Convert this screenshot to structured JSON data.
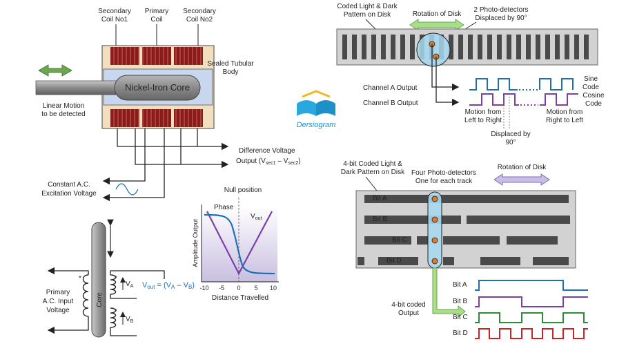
{
  "lvdt": {
    "coil_secondary_1": [
      "Secondary",
      "Coil No1"
    ],
    "coil_primary": [
      "Primary",
      "Coil"
    ],
    "coil_secondary_2": [
      "Secondary",
      "Coil No2"
    ],
    "body_label": [
      "Sealed Tubular",
      "Body"
    ],
    "core_label": "Nickel-Iron Core",
    "motion_label": [
      "Linear Motion",
      "to be detected"
    ],
    "diff_voltage": [
      "Difference Voltage",
      "Output (V",
      "sec1",
      " – V",
      "sec2",
      ")"
    ],
    "excitation": [
      "Constant A.C.",
      "Excitation Voltage"
    ]
  },
  "output_plot": {
    "null_position": "Null position",
    "phase": "Phase",
    "vout": "V",
    "vout_sub": "out",
    "ylabel": "Amplitude Output",
    "xlabel": "Distance Travelled",
    "xticks": [
      "-10",
      "-5",
      "0",
      "5",
      "10"
    ]
  },
  "schematic": {
    "primary_input": [
      "Primary",
      "A.C. Input",
      "Voltage"
    ],
    "core": "Core",
    "va": "V",
    "va_sub": "A",
    "vb": "V",
    "vb_sub": "B",
    "star": "*",
    "vout_eq_prefix": "V",
    "vout_eq_sub": "out",
    "vout_eq_mid": " = (V",
    "vout_eq_a": "A",
    "vout_eq_dash": " – V",
    "vout_eq_b": "B",
    "vout_eq_end": ")"
  },
  "incremental": {
    "coded_pattern": [
      "Coded Light & Dark",
      "Pattern on Disk"
    ],
    "rotation": "Rotation of Disk",
    "detectors": [
      "2 Photo-detectors",
      "Displaced by 90°"
    ],
    "channel_a": "Channel A Output",
    "channel_b": "Channel B Output",
    "sine": [
      "Sine",
      "Code"
    ],
    "cosine": [
      "Cosine",
      "Code"
    ],
    "left_to_right": [
      "Motion from",
      "Left to Right"
    ],
    "right_to_left": [
      "Motion from",
      "Right to Left"
    ],
    "displaced": [
      "Displaced by",
      "90°"
    ]
  },
  "logo": {
    "text": "Dersiogram"
  },
  "absolute": {
    "coded_pattern": [
      "4-bit Coded Light &",
      "Dark Pattern on Disk"
    ],
    "detectors": [
      "Four Photo-detectors",
      "One for each track"
    ],
    "rotation": "Rotation of Disk",
    "bits": [
      "Bit A",
      "Bit B",
      "Bit C",
      "Bit D"
    ],
    "output": [
      "4-bit coded",
      "Output"
    ],
    "bit_outputs": [
      "Bit A",
      "Bit B",
      "Bit C",
      "Bit D"
    ]
  },
  "colors": {
    "coil": "#8b1a1a",
    "core_grey": "#808080",
    "body_blue": "#c8d7ee",
    "green_arrow": "#6aa84f",
    "purple": "#7b3fa8",
    "blue": "#1f6fb8",
    "teal": "#2e8b8b",
    "red": "#cc2222",
    "green": "#2e8b3a",
    "orange_dot": "#e07a2a"
  }
}
